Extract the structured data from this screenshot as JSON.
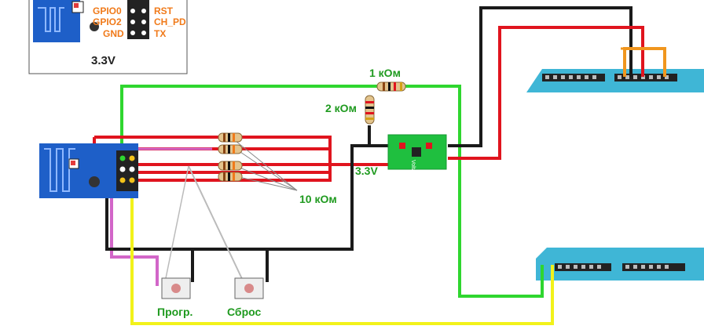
{
  "labels": {
    "voltage_inset": "3.3V",
    "voltage_regulator": "3.3V",
    "r_1k": "1 кОм",
    "r_2k": "2 кОм",
    "r_10k": "10 кОм",
    "btn_prog": "Прогр.",
    "btn_reset": "Сброс",
    "regulator_chip": "Voltage"
  },
  "pinout_inset": {
    "left": [
      "GPIO0",
      "GPIO2",
      "GND"
    ],
    "right": [
      "RST",
      "CH_PD",
      "TX"
    ]
  },
  "wire_colors": {
    "red": "#e0141e",
    "black": "#1a1a1a",
    "green": "#2fd62f",
    "yellow": "#f2f21a",
    "pink": "#d266c8",
    "orange": "#f0961e"
  },
  "board_color": "#3fb6d6",
  "esp_color": "#1e5fc8"
}
